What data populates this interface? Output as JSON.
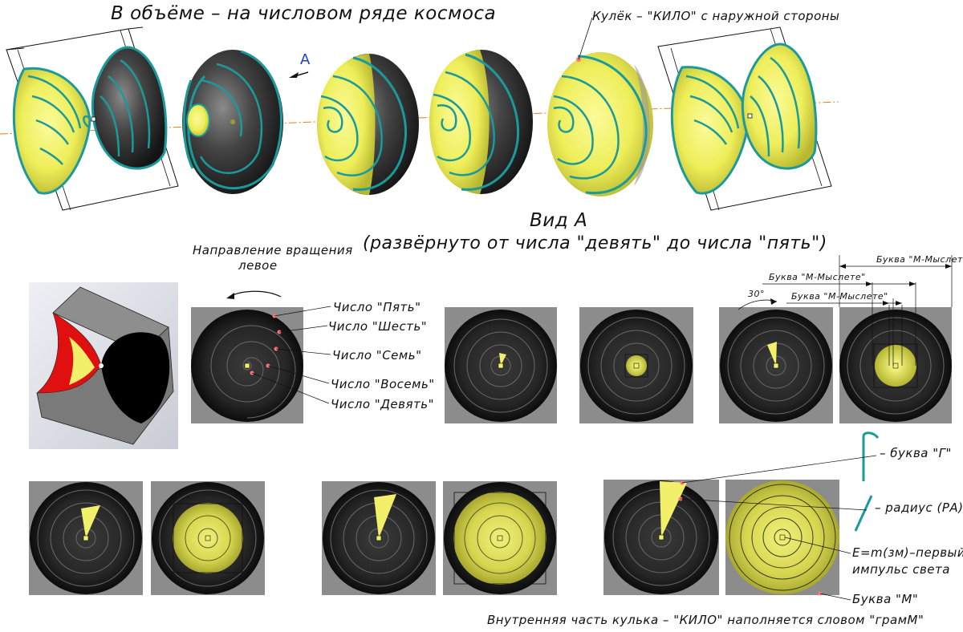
{
  "title": "В объёме – на числовом ряде космоса",
  "kulek_label": "Кулёк – \"КИЛО\" с наружной стороны",
  "arrow_letter": "А",
  "view_title": "Вид А",
  "view_subtitle": "(развёрнуто от числа \"девять\" до числа \"пять\")",
  "rotation_label": [
    "Направление вращения",
    "левое"
  ],
  "number_labels": [
    "Число \"Пять\"",
    "Число \"Шесть\"",
    "Число \"Семь\"",
    "Число \"Восемь\"",
    "Число \"Девять\""
  ],
  "angle_label": "30°",
  "dimension_labels": [
    "Буква \"М-Мыслете\"",
    "Буква \"М-Мыслете\"",
    "Буква \"М-Мыслете\""
  ],
  "legend": {
    "letter_g": "– буква \"Г\"",
    "radius": "– радиус (РА)",
    "impulse": [
      "E=m(зм)–первый",
      "импульс света"
    ],
    "letter_m": "Буква \"М\""
  },
  "footer_caption": "Внутренняя часть кулька – \"КИЛО\" наполняется словом \"грамМ\"",
  "colors": {
    "spiral_teal": "#1a9a9a",
    "yellow_fill": "#f2f06a",
    "dark_sphere": "#1e1e1e",
    "square_gray": "#8c8c8c",
    "red_fill": "#e01010",
    "axis_orange": "#e87a20",
    "arrow_blue": "#1f3fd0"
  }
}
